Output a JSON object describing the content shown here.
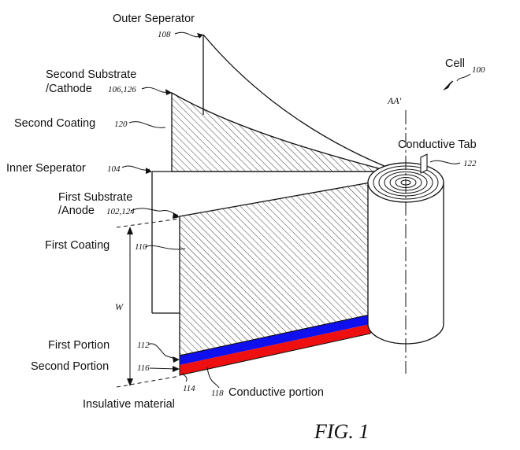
{
  "labels": {
    "outer_separator": "Outer Seperator",
    "second_substrate_line1": "Second Substrate",
    "second_substrate_line2": "/Cathode",
    "second_coating": "Second Coating",
    "inner_separator": "Inner Seperator",
    "first_substrate_line1": "First Substrate",
    "first_substrate_line2": "/Anode",
    "first_coating": "First Coating",
    "first_portion": "First Portion",
    "second_portion": "Second Portion",
    "insulative_material": "Insulative material",
    "conductive_portion": "Conductive portion",
    "conductive_tab": "Conductive Tab",
    "cell": "Cell",
    "axis": "AA'",
    "width": "W",
    "figure_caption": "FIG. 1"
  },
  "refs": {
    "outer_separator": "108",
    "second_substrate": "106,126",
    "second_coating": "120",
    "inner_separator": "104",
    "first_substrate": "102,124",
    "first_coating": "110",
    "first_portion": "112",
    "second_portion": "116",
    "insulative_material": "114",
    "conductive_portion": "118",
    "conductive_tab": "122",
    "cell": "100"
  },
  "colors": {
    "first_portion_stripe": "#1010ee",
    "second_portion_stripe": "#ee1010",
    "line": "#111111"
  }
}
